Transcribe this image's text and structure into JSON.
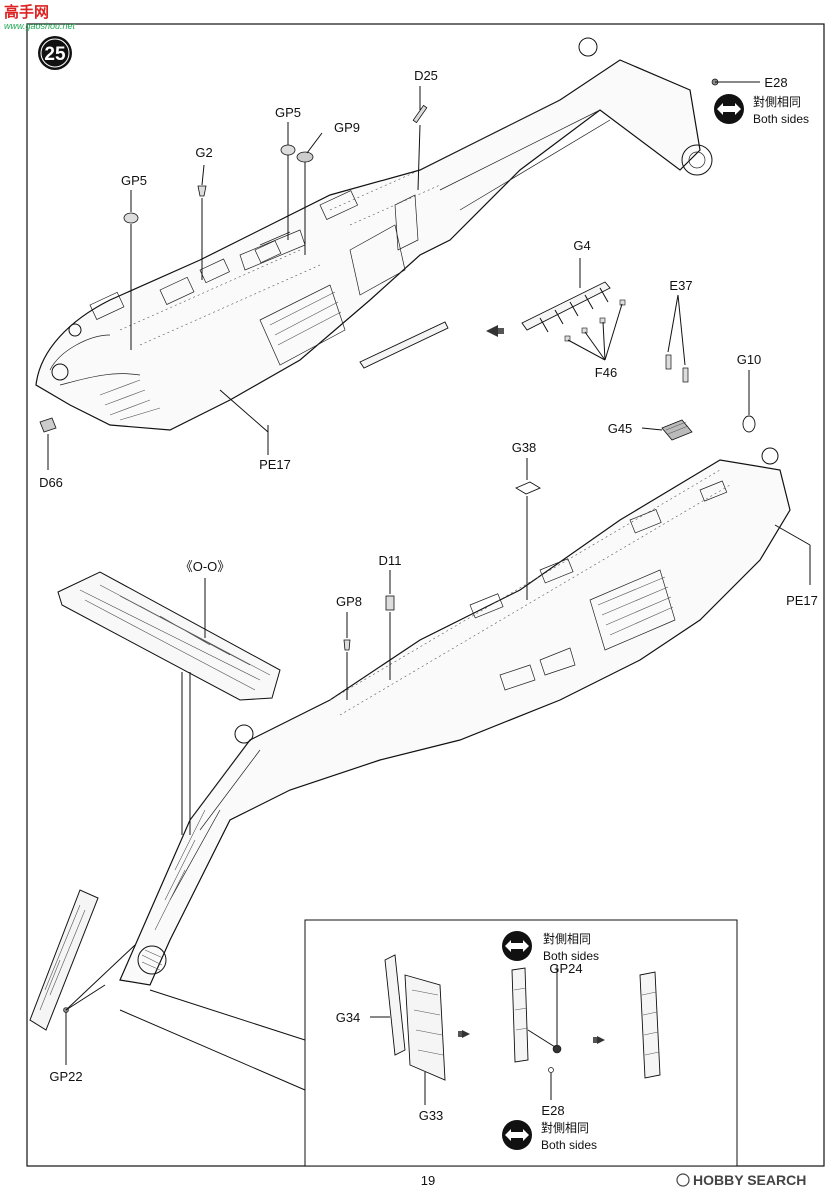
{
  "watermark": {
    "logo": "高手网",
    "url": "www.gaoshou.net",
    "brand": "HOBBY SEARCH"
  },
  "step": {
    "number": "25"
  },
  "page": {
    "number": "19"
  },
  "callouts": {
    "upper": {
      "e28": "E28",
      "d25": "D25",
      "gp5_top": "GP5",
      "gp9": "GP9",
      "g2": "G2",
      "gp5_left": "GP5",
      "g4": "G4",
      "e37": "E37",
      "f46": "F46",
      "g10": "G10",
      "g45": "G45",
      "d66": "D66",
      "pe17": "PE17"
    },
    "lower": {
      "g38": "G38",
      "oo": "《O-O》",
      "d11": "D11",
      "gp8": "GP8",
      "pe17": "PE17",
      "gp22": "GP22"
    },
    "inset": {
      "gp24": "GP24",
      "g34": "G34",
      "g33": "G33",
      "e28": "E28"
    }
  },
  "both_sides_notes": [
    {
      "cn": "對側相同",
      "en": "Both sides"
    },
    {
      "cn": "對側相同",
      "en": "Both sides"
    },
    {
      "cn": "對側相同",
      "en": "Both sides"
    }
  ],
  "icons": [
    "double-arrow-icon",
    "step-badge",
    "assembly-arrow-icon"
  ]
}
